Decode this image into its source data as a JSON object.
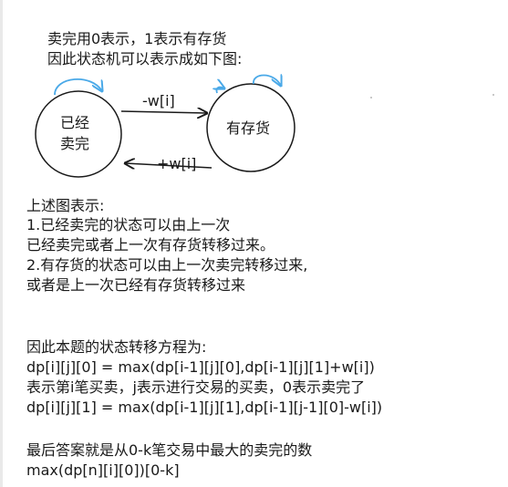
{
  "intro": {
    "line1": "卖完用0表示，1表示有存货",
    "line2": "因此状态机可以表示成如下图:"
  },
  "diagram": {
    "state_sold": {
      "line1": "已经",
      "line2": "卖完"
    },
    "state_stock": {
      "label": "有存货"
    },
    "edge_top_label": "-w[i]",
    "edge_bottom_label": "+w[i]"
  },
  "explanation": {
    "heading": "上述图表示:",
    "line1": "1.已经卖完的状态可以由上一次",
    "line2": "已经卖完或者上一次有存货转移过来。",
    "line3": "2.有存货的状态可以由上一次卖完转移过来,",
    "line4": "或者是上一次已经有存货转移过来"
  },
  "equations": {
    "heading": "因此本题的状态转移方程为:",
    "eq1": "dp[i][j][0] = max(dp[i-1][j][0],dp[i-1][j][1]+w[i])",
    "note": "表示第i笔买卖，j表示进行交易的买卖，0表示卖完了",
    "eq2": "dp[i][j][1] = max(dp[i-1][j][1],dp[i-1][j-1][0]-w[i])"
  },
  "answer": {
    "line1": "最后答案就是从0-k笔交易中最大的卖完的数",
    "line2": "max(dp[n][i][0])[0-k]"
  },
  "colors": {
    "loop": "#4aa9e8",
    "ink": "#1a1a1a"
  }
}
